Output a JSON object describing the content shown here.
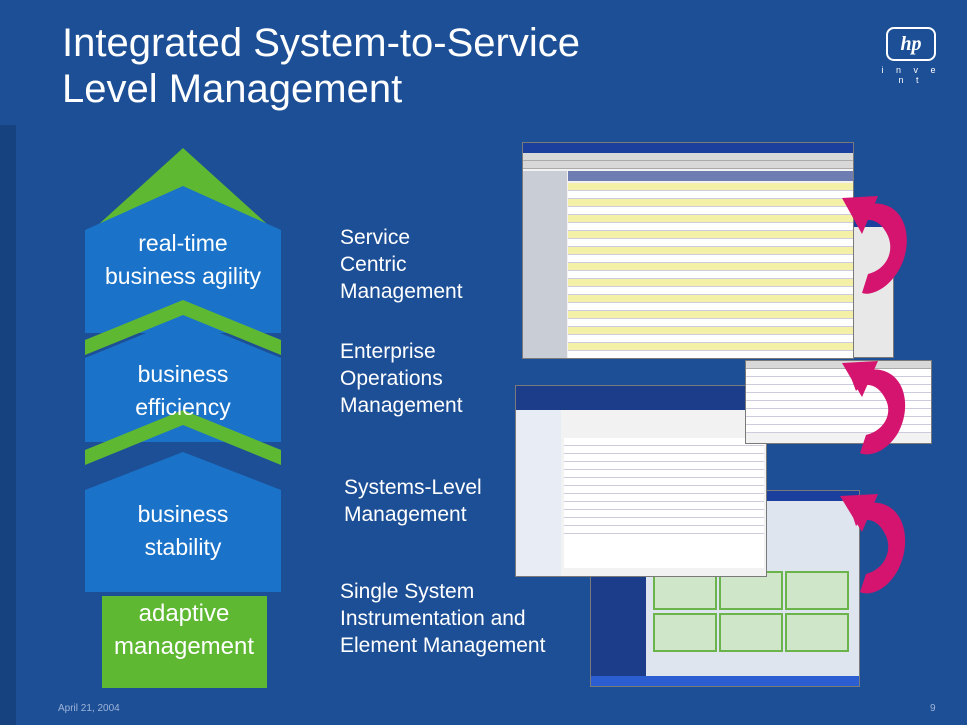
{
  "slide": {
    "title_line1": "Integrated System-to-Service",
    "title_line2": "Level Management",
    "date": "April 21, 2004",
    "page_number": "9",
    "logo_text": "hp",
    "logo_tagline": "i n v e n t"
  },
  "tiers": [
    {
      "line1": "real-time",
      "line2": "business agility"
    },
    {
      "line1": "business",
      "line2": "efficiency"
    },
    {
      "line1": "business",
      "line2": "stability"
    },
    {
      "line1": "adaptive",
      "line2": "management"
    }
  ],
  "descriptions": [
    {
      "line1": "Service",
      "line2": "Centric",
      "line3": "Management"
    },
    {
      "line1": "Enterprise",
      "line2": "Operations",
      "line3": "Management"
    },
    {
      "line1": "Systems-Level",
      "line2": "Management",
      "line3": ""
    },
    {
      "line1": "Single System",
      "line2": "Instrumentation and",
      "line3": "Element Management"
    }
  ],
  "colors": {
    "background": "#1d4f96",
    "tier_blue": "#1a73c8",
    "tier_green": "#5fb832",
    "arrow_magenta": "#d4146e"
  }
}
